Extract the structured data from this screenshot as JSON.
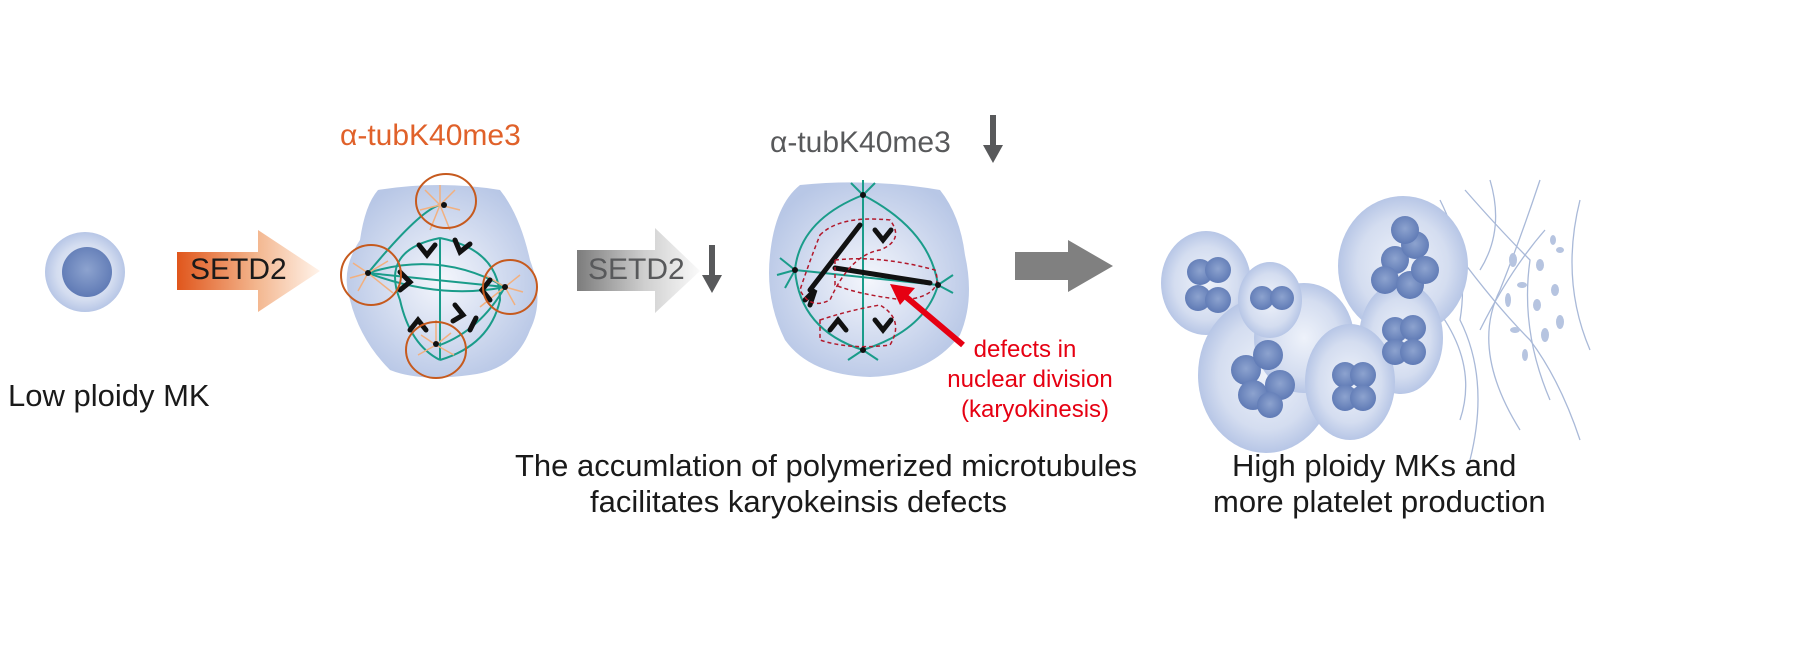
{
  "stages": {
    "low": {
      "label": "Low ploidy MK"
    },
    "arrow1": {
      "label": "SETD2"
    },
    "marker1": {
      "label": "α-tubK40me3"
    },
    "arrow2": {
      "label": "SETD2"
    },
    "marker2": {
      "label": "α-tubK40me3"
    },
    "defect": {
      "lines": [
        "defects in",
        "nuclear division",
        "(karyokinesis)"
      ]
    },
    "caption_mid": {
      "lines": [
        "The accumlation of polymerized microtubules",
        "facilitates karyokeinsis defects"
      ]
    },
    "caption_right": {
      "lines": [
        "High ploidy MKs and",
        "more platelet production"
      ]
    }
  },
  "colors": {
    "orange": "#e0612a",
    "gray": "#58595b",
    "red": "#e60012",
    "teal": "#1a9c8a",
    "cell": "#c3d0ea"
  }
}
